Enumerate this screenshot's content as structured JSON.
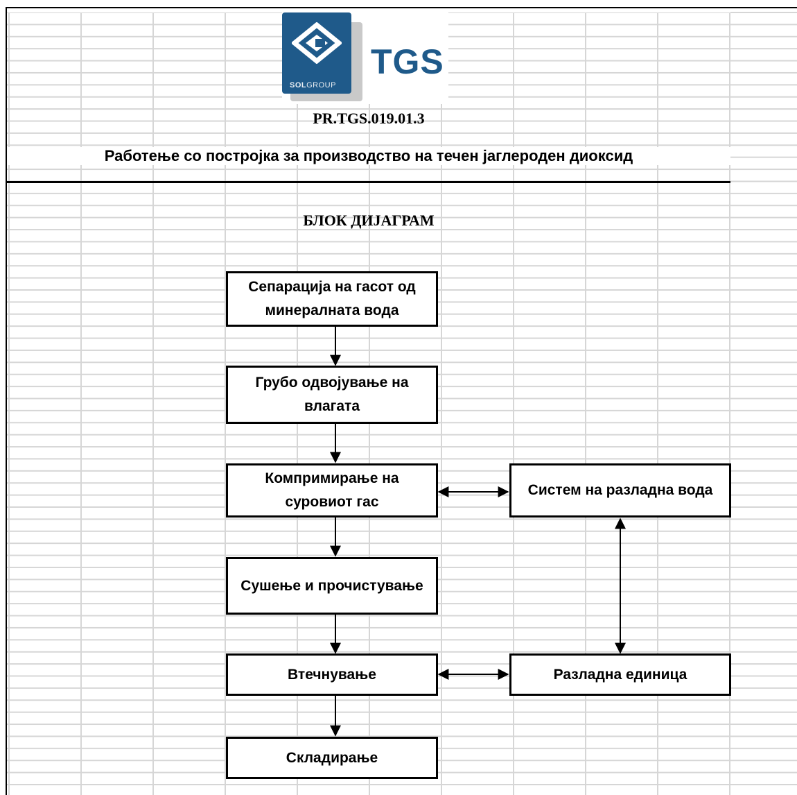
{
  "header": {
    "logo": {
      "brand": "TGS",
      "group_bold": "SOL",
      "group_light": "GROUP",
      "mark_color": "#1f5a8a"
    },
    "document_code": "PR.TGS.019.01.3",
    "document_title": "Работење со постројка за производство на течен јаглероден диоксид"
  },
  "section_heading": "БЛОК ДИЈАГРАМ",
  "nodes": {
    "separation": "Сепарација на гасот од минералната вода",
    "coarse_drying": "Грубо одвојување на влагата",
    "compression": "Компримирање на суровиот гас",
    "cooling_water_system": "Систем на разладна вода",
    "drying_purification": "Сушење и прочистување",
    "liquefaction": "Втечнување",
    "cooling_unit": "Разладна единица",
    "storage": "Складирање"
  },
  "edges": [
    {
      "from": "separation",
      "to": "coarse_drying",
      "type": "one-way"
    },
    {
      "from": "coarse_drying",
      "to": "compression",
      "type": "one-way"
    },
    {
      "from": "compression",
      "to": "drying_purification",
      "type": "one-way"
    },
    {
      "from": "drying_purification",
      "to": "liquefaction",
      "type": "one-way"
    },
    {
      "from": "liquefaction",
      "to": "storage",
      "type": "one-way"
    },
    {
      "from": "compression",
      "to": "cooling_water_system",
      "type": "two-way"
    },
    {
      "from": "cooling_unit",
      "to": "cooling_water_system",
      "type": "two-way"
    },
    {
      "from": "liquefaction",
      "to": "cooling_unit",
      "type": "two-way"
    }
  ]
}
